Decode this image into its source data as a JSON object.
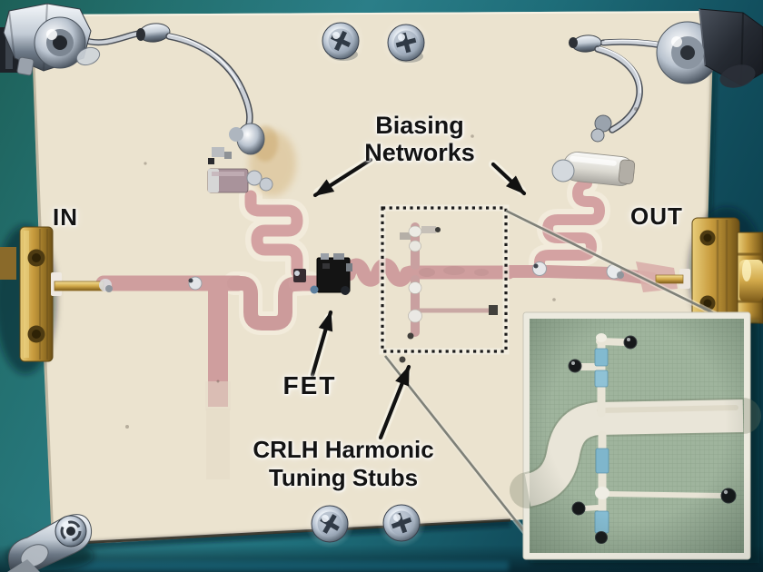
{
  "figure": {
    "type": "annotated photograph",
    "subject": "Fabricated microstrip FET amplifier prototype on a cream PCB over a teal bench, with SMA connectors, bias wiring, a dashed inspection box and a magnified inset of the tuning-stub area"
  },
  "labels": {
    "in": "IN",
    "out": "OUT",
    "biasing_line1": "Biasing",
    "biasing_line2": "Networks",
    "fet": "FET",
    "crlh_line1": "CRLH Harmonic",
    "crlh_line2": "Tuning Stubs"
  },
  "annotations": {
    "arrows": 4,
    "leader_lines": 2,
    "dashed_box_marks": "CRLH tuning stub region magnified in bottom-right inset"
  },
  "components": {
    "connectors": [
      "sma-connector-in",
      "sma-connector-out",
      "bias-connector-top-left",
      "bias-connector-top-right"
    ],
    "screws": 4,
    "corner_clip": 1,
    "fet_package": "black SMT transistor on main line",
    "bias_parts": [
      "chip-capacitor-left",
      "feedthrough-capacitor-right"
    ]
  },
  "colors": {
    "background_teal": "#2b7e88",
    "background_teal_dark": "#0a3f4e",
    "board_cream": "#ece4d0",
    "trace_pink": "#cf9e9e",
    "inset_board_green": "#9fb49d",
    "inset_trace_white": "#e9e5d8",
    "chip_component_blue": "#82bad0",
    "annotation_black": "#151515",
    "leader_gray": "#7e8078",
    "connector_gold": "#c89c3e",
    "hardware_chrome": "#b9c4d2"
  }
}
